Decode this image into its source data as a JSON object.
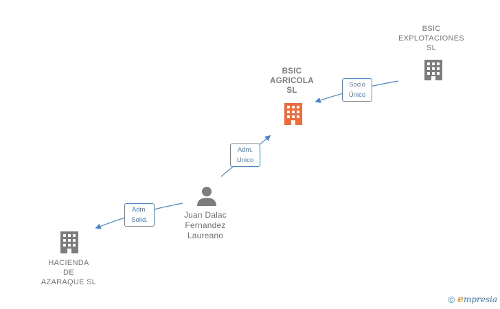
{
  "nodes": {
    "explotaciones": {
      "label": "BSIC\nEXPLOTACIONES\nSL"
    },
    "agricola": {
      "label": "BSIC\nAGRICOLA\nSL"
    },
    "hacienda": {
      "label": "HACIENDA\nDE\nAZARAQUE SL"
    },
    "person": {
      "label": "Juan Dalac\nFernandez\nLaureano"
    }
  },
  "edges": {
    "socio_unico": {
      "label": "Socio\nÚnico"
    },
    "adm_unico": {
      "label": "Adm.\nUnico"
    },
    "adm_solid": {
      "label": "Adm.\nSolid."
    }
  },
  "colors": {
    "building_main": "#f26a3a",
    "building_other": "#7d7d7d",
    "person": "#7d7d7d",
    "edge": "#4a86d1"
  },
  "brand": {
    "copyright": "©",
    "e": "e",
    "rest": "mpresia"
  }
}
